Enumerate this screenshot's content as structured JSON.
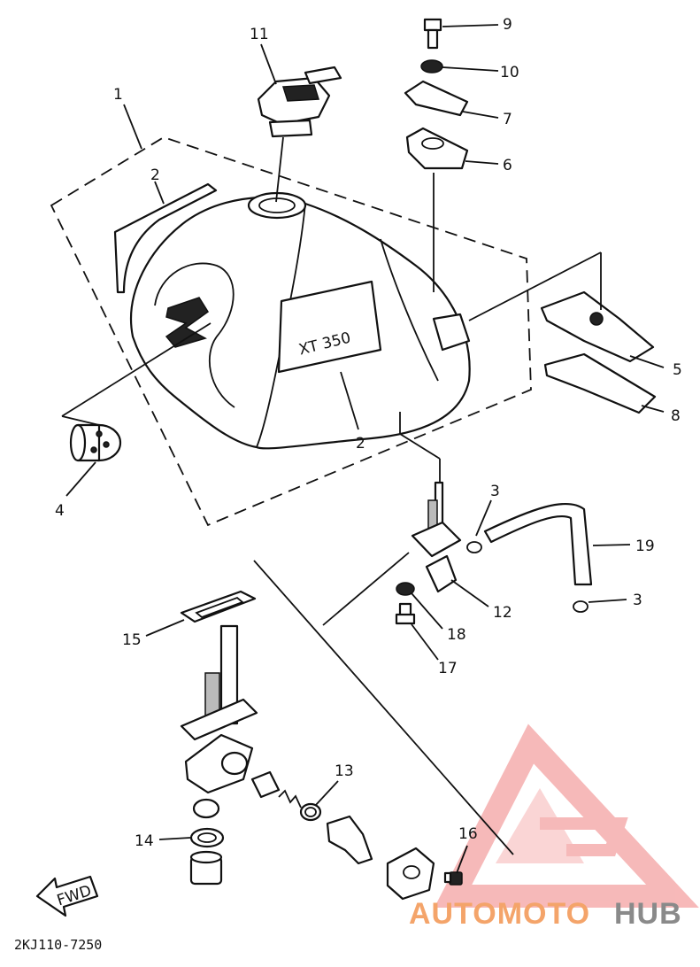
{
  "diagram": {
    "part_code": "2KJ110-7250",
    "tank_badge": "XT 350",
    "fwd_label": "FWD",
    "callouts": {
      "c1": "1",
      "c2a": "2",
      "c2b": "2",
      "c3a": "3",
      "c3b": "3",
      "c4": "4",
      "c5": "5",
      "c6": "6",
      "c7": "7",
      "c8": "8",
      "c9": "9",
      "c10": "10",
      "c11": "11",
      "c12": "12",
      "c13": "13",
      "c14": "14",
      "c15": "15",
      "c16": "16",
      "c17": "17",
      "c18": "18",
      "c19": "19"
    }
  },
  "watermark": {
    "brand_part1": "AUTOMOTO",
    "brand_part2": "HUB",
    "logo_color": "#f08080",
    "text_color_primary": "#f4a46a",
    "text_color_secondary": "#8a8a8a"
  }
}
